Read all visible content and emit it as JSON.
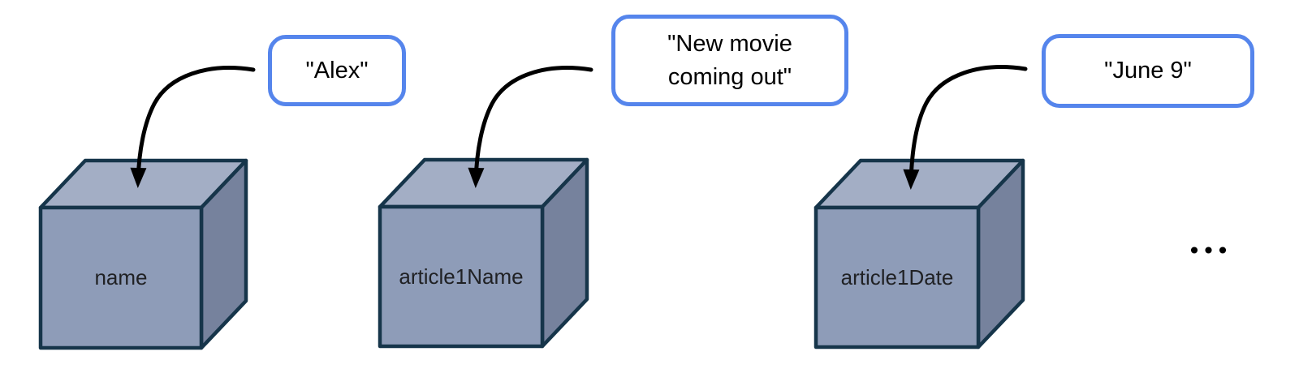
{
  "bubbles": [
    {
      "text": "\"Alex\""
    },
    {
      "text": "\"New movie\ncoming out\""
    },
    {
      "text": "\"June 9\""
    }
  ],
  "boxes": [
    {
      "label": "name"
    },
    {
      "label": "article1Name"
    },
    {
      "label": "article1Date"
    }
  ],
  "more_indicator": "•••",
  "colors": {
    "bubble_border": "#5585ec",
    "bubble_fill": "#ffffff",
    "box_front": "#8e9cb8",
    "box_top": "#a3aec5",
    "box_side": "#76829d",
    "outline": "#16354a",
    "arrow": "#000000",
    "text": "#202124"
  }
}
